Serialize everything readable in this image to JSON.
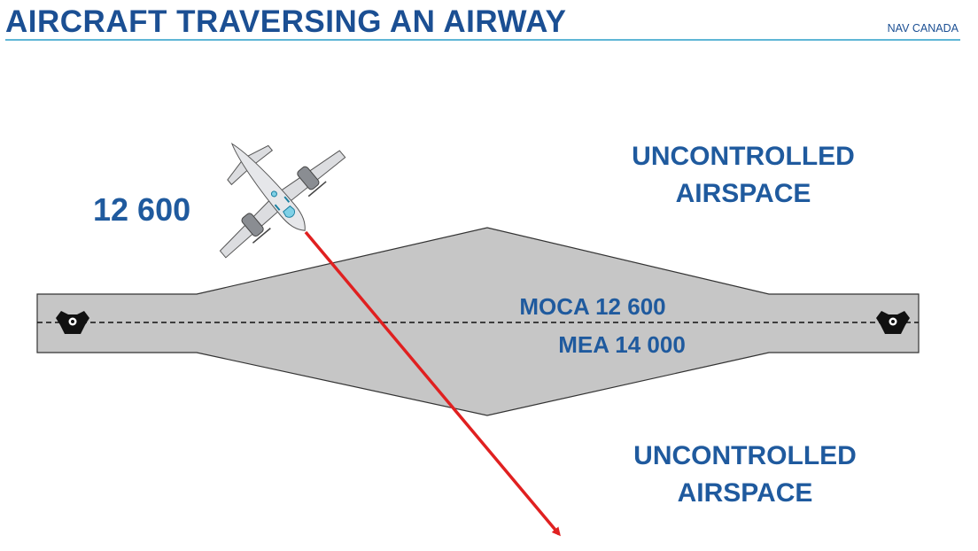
{
  "header": {
    "title": "AIRCRAFT TRAVERSING AN AIRWAY",
    "org": "NAV CANADA"
  },
  "diagram": {
    "aircraft_altitude": "12 600",
    "upper_region": [
      "UNCONTROLLED",
      "AIRSPACE"
    ],
    "lower_region": [
      "UNCONTROLLED",
      "AIRSPACE"
    ],
    "moca": "MOCA 12 600",
    "mea": "MEA 14 000"
  },
  "colors": {
    "title": "#1b4f93",
    "rule": "#5fb6d6",
    "label": "#1f5a9e",
    "airway": "#c6c6c6",
    "track": "#e02020",
    "beacon": "#111111"
  }
}
